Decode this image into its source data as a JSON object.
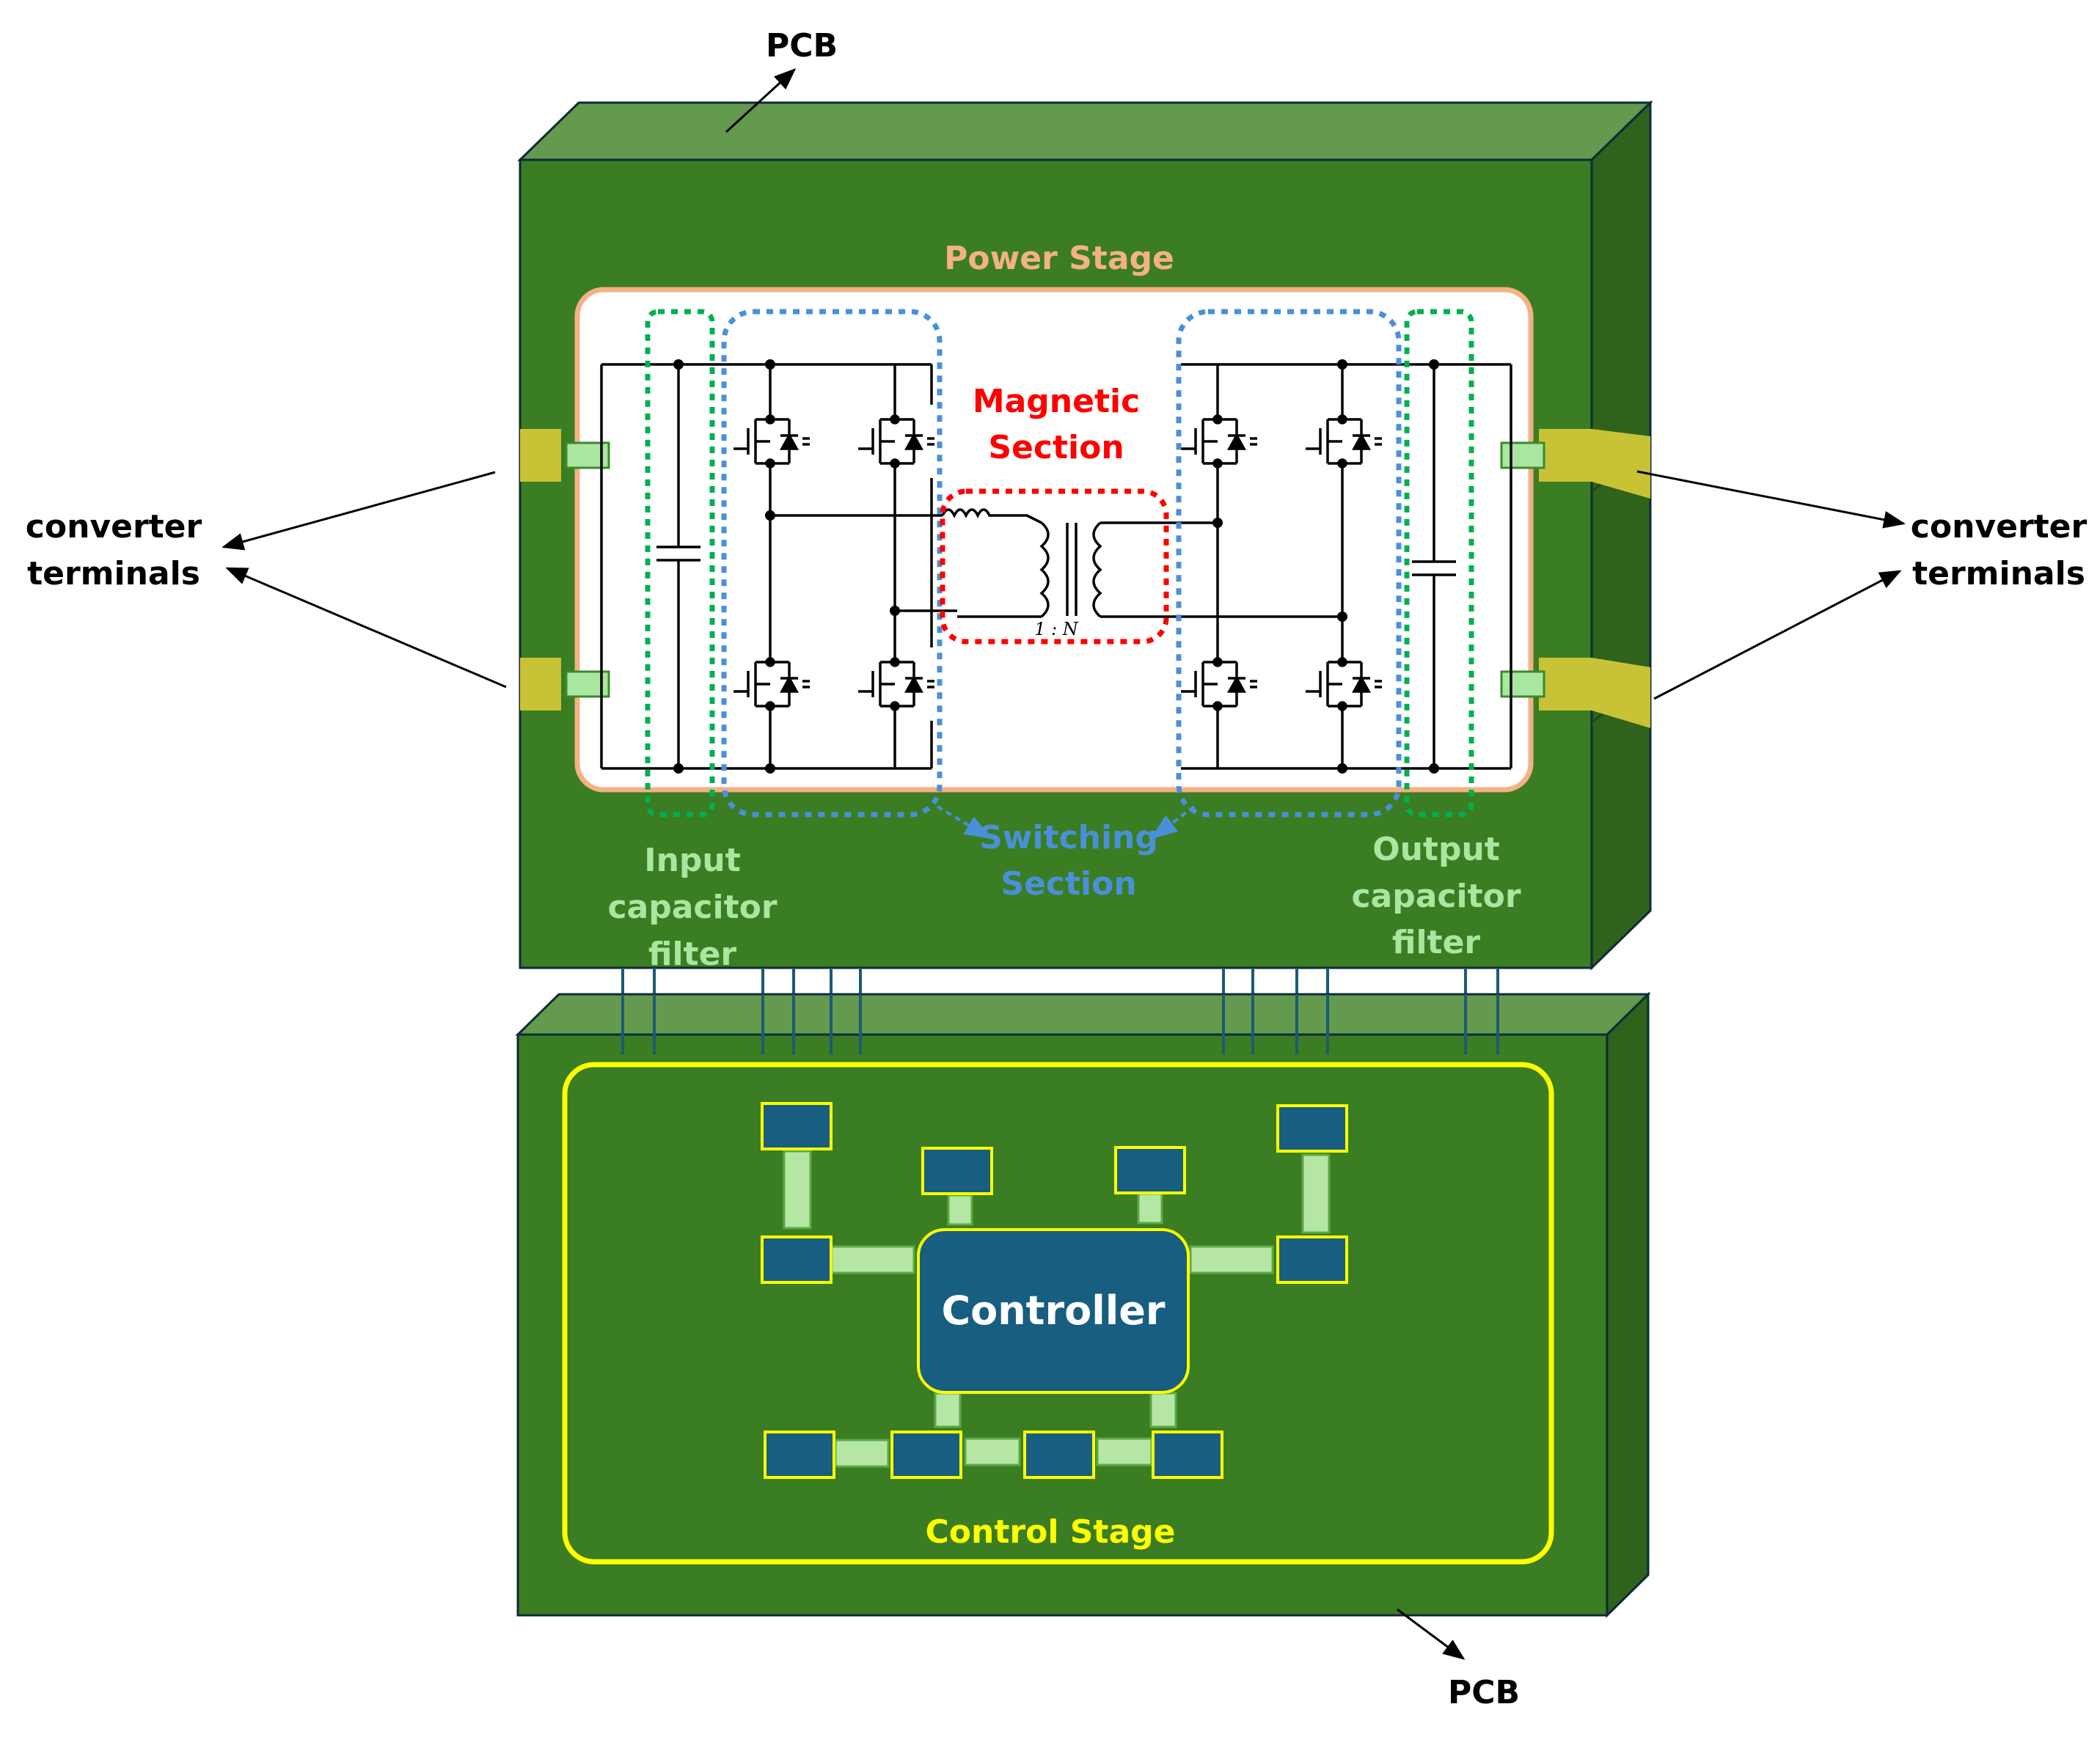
{
  "labels": {
    "pcb_top": "PCB",
    "pcb_bottom": "PCB",
    "terminals_left_1": "converter",
    "terminals_left_2": "terminals",
    "terminals_right_1": "converter",
    "terminals_right_2": "terminals",
    "power_stage": "Power Stage",
    "magnetic_1": "Magnetic",
    "magnetic_2": "Section",
    "switching_1": "Switching",
    "switching_2": "Section",
    "input_filter_1": "Input",
    "input_filter_2": "capacitor",
    "input_filter_3": "filter",
    "output_filter_1": "Output",
    "output_filter_2": "capacitor",
    "output_filter_3": "filter",
    "controller": "Controller",
    "control_stage": "Control Stage",
    "turns_ratio": "1 : N"
  },
  "colors": {
    "pcb_front": "#3a7d22",
    "pcb_top_face": "#639a4e",
    "pcb_side_face": "#2f631b",
    "outline": "#0e2a38",
    "power_stage": "#f4b183",
    "magnetic": "#ff0000",
    "switching": "#4a90d9",
    "capacitor_filter": "#00b050",
    "filter_text": "#a9e6a0",
    "control_stage": "#ffff00",
    "chip": "#175e80",
    "chip_border": "#ffff00",
    "trace": "#b6e6a4",
    "terminal_tab": "#c8c236"
  }
}
